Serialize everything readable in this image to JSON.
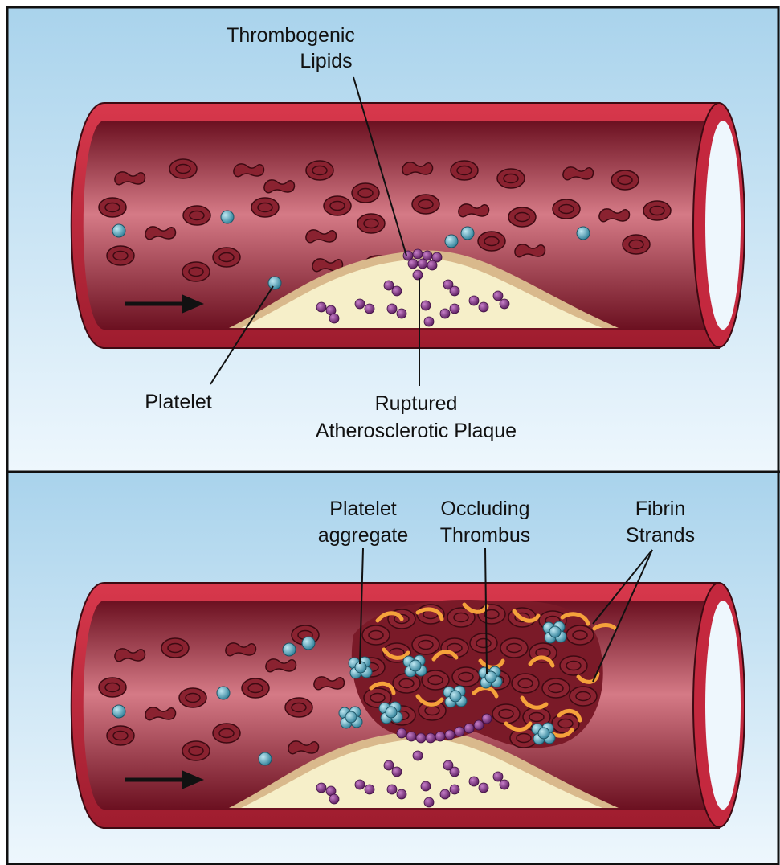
{
  "colors": {
    "background_top": "#a9d3ec",
    "background_bottom": "#eef7fd",
    "vessel_wall": "#c4283e",
    "vessel_lumen": "#7a1424",
    "red_cell": "#8a2230",
    "plaque": "#f6efc9",
    "platelet": "#4ba3bc",
    "lipid": "#7d2a82",
    "fibrin": "#f5a23b"
  },
  "top_panel": {
    "labels": {
      "lipids_line1": "Thrombogenic",
      "lipids_line2": "Lipids",
      "platelet": "Platelet",
      "plaque_line1": "Ruptured",
      "plaque_line2": "Atherosclerotic Plaque"
    }
  },
  "bottom_panel": {
    "labels": {
      "aggregate_line1": "Platelet",
      "aggregate_line2": "aggregate",
      "thrombus_line1": "Occluding",
      "thrombus_line2": "Thrombus",
      "fibrin_line1": "Fibrin",
      "fibrin_line2": "Strands"
    }
  }
}
